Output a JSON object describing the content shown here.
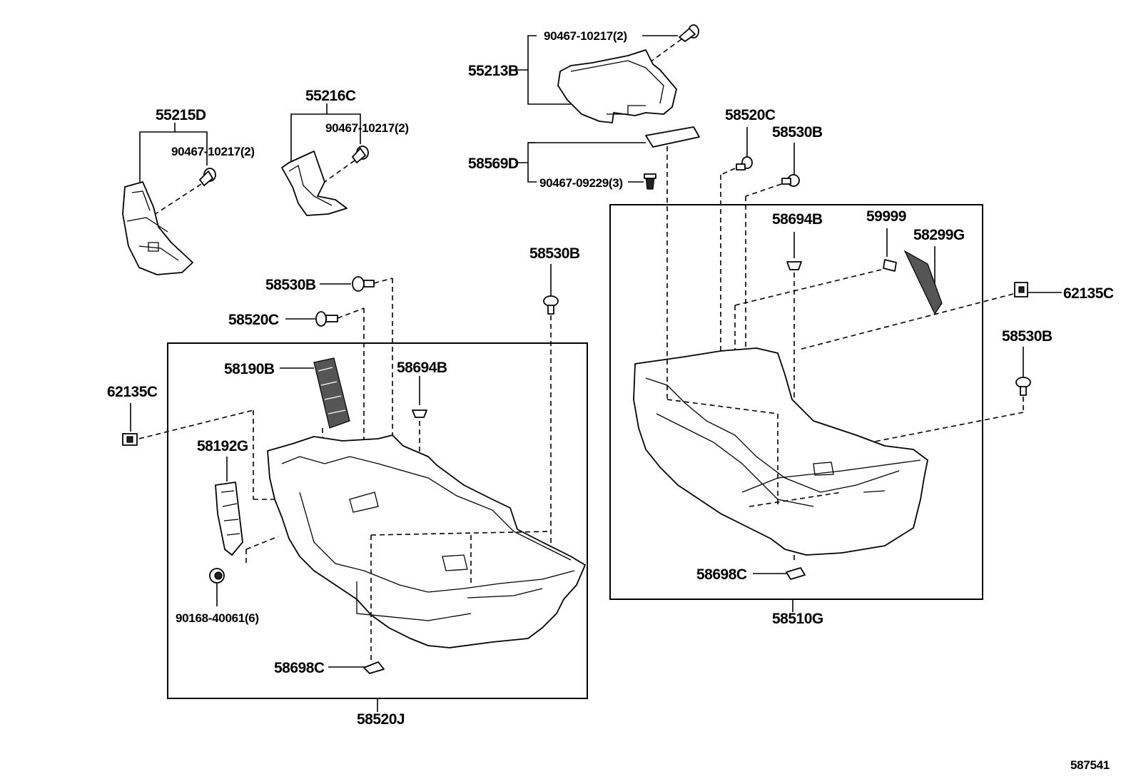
{
  "labels": {
    "p55213B": "55213B",
    "p90467_10217_top": "90467-10217(2)",
    "p58569D": "58569D",
    "p90467_09229": "90467-09229(3)",
    "p55216C": "55216C",
    "p90467_10217_mid": "90467-10217(2)",
    "p55215D": "55215D",
    "p90467_10217_left": "90467-10217(2)",
    "p58520C_right": "58520C",
    "p58530B_right_top": "58530B",
    "p58694B_right": "58694B",
    "p59999": "59999",
    "p58299G": "58299G",
    "p62135C_right": "62135C",
    "p58530B_right": "58530B",
    "p58698C_right": "58698C",
    "p58510G": "58510G",
    "p58530B_mid": "58530B",
    "p58530B_left": "58530B",
    "p58520C_left": "58520C",
    "p58190B": "58190B",
    "p58694B_left": "58694B",
    "p62135C_left": "62135C",
    "p58192G": "58192G",
    "p90168_40061": "90168-40061(6)",
    "p58698C_left": "58698C",
    "p58520J": "58520J",
    "diagram_id": "587541"
  }
}
